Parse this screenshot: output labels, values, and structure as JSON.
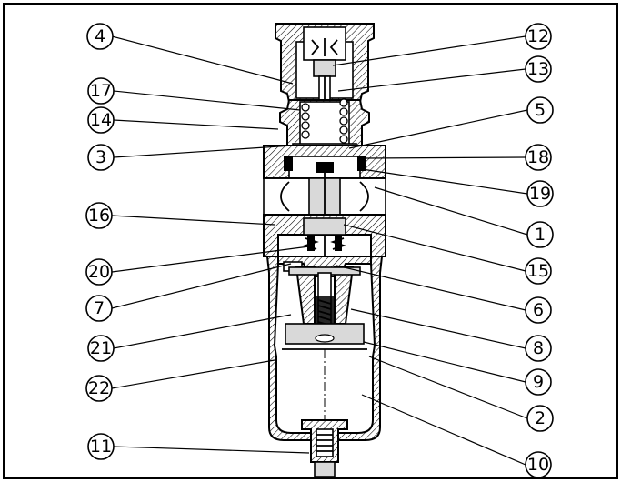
{
  "callouts": {
    "left": [
      "4",
      "17",
      "14",
      "3",
      "16",
      "20",
      "7",
      "21",
      "22",
      "11"
    ],
    "right": [
      "12",
      "13",
      "5",
      "18",
      "19",
      "1",
      "15",
      "6",
      "8",
      "9",
      "2",
      "10"
    ]
  },
  "colors": {
    "frame": "#000000",
    "background": "#ffffff",
    "hatch": "#000000",
    "fill_gray": "#d9d9d9"
  }
}
